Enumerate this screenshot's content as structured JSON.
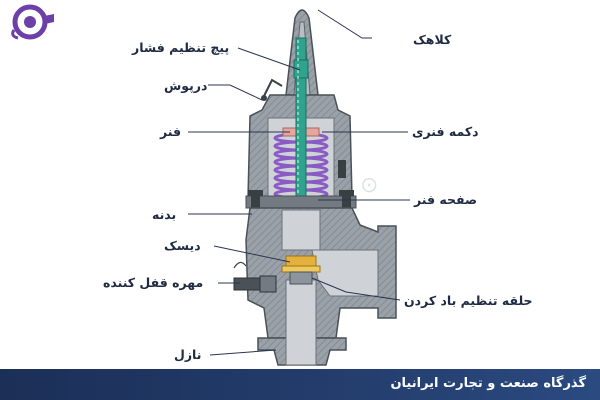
{
  "labels": {
    "bonnet_cap": "کلاهک",
    "pressure_screw": "پیچ تنظیم فشار",
    "cap_lever": "درپوش",
    "spring": "فنر",
    "spring_button": "دکمه فنری",
    "spring_plate": "صفحه فنر",
    "body": "بدنه",
    "disc": "دیسک",
    "lock_nut": "مهره قفل کننده",
    "blowdown_ring": "حلقه تنظیم باد کردن",
    "nozzle": "نازل"
  },
  "footer": {
    "company": "گذرگاه صنعت و تجارت ایرانیان"
  },
  "colors": {
    "footer_bg": "#1b2f57",
    "body_fill": "#8d949c",
    "body_dark": "#5f666e",
    "spring": "#8a5bc4",
    "stem": "#2fa38e",
    "disc": "#e4b23c",
    "button": "#e7a5a0",
    "logo": "#6d3fa8"
  }
}
